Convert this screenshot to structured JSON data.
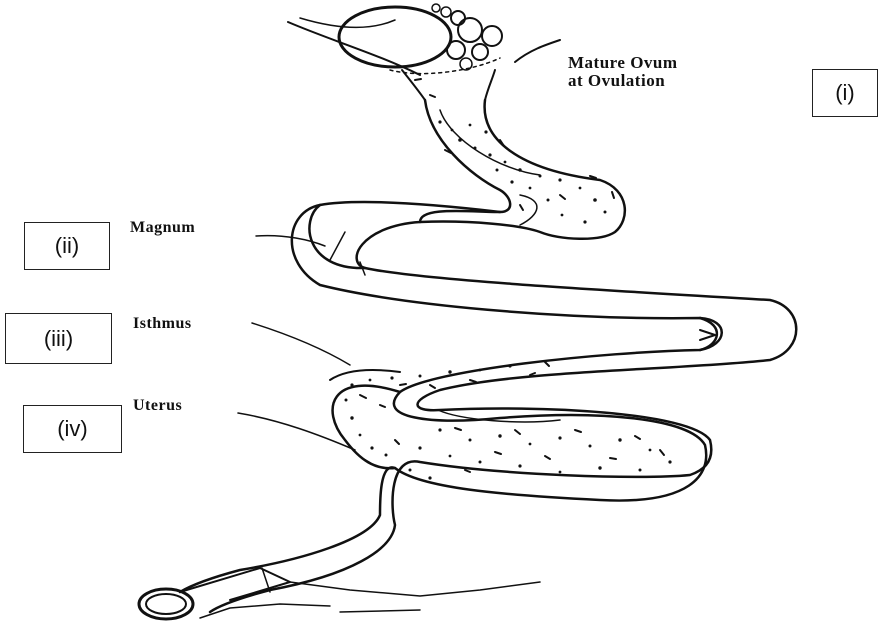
{
  "labels": {
    "ovum_line1": "Mature Ovum",
    "ovum_line2": "at Ovulation",
    "magnum": "Magnum",
    "isthmus": "Isthmus",
    "uterus": "Uterus"
  },
  "boxes": {
    "i": "(i)",
    "ii": "(ii)",
    "iii": "(iii)",
    "iv": "(iv)"
  },
  "colors": {
    "ink": "#111111",
    "background": "#ffffff"
  }
}
